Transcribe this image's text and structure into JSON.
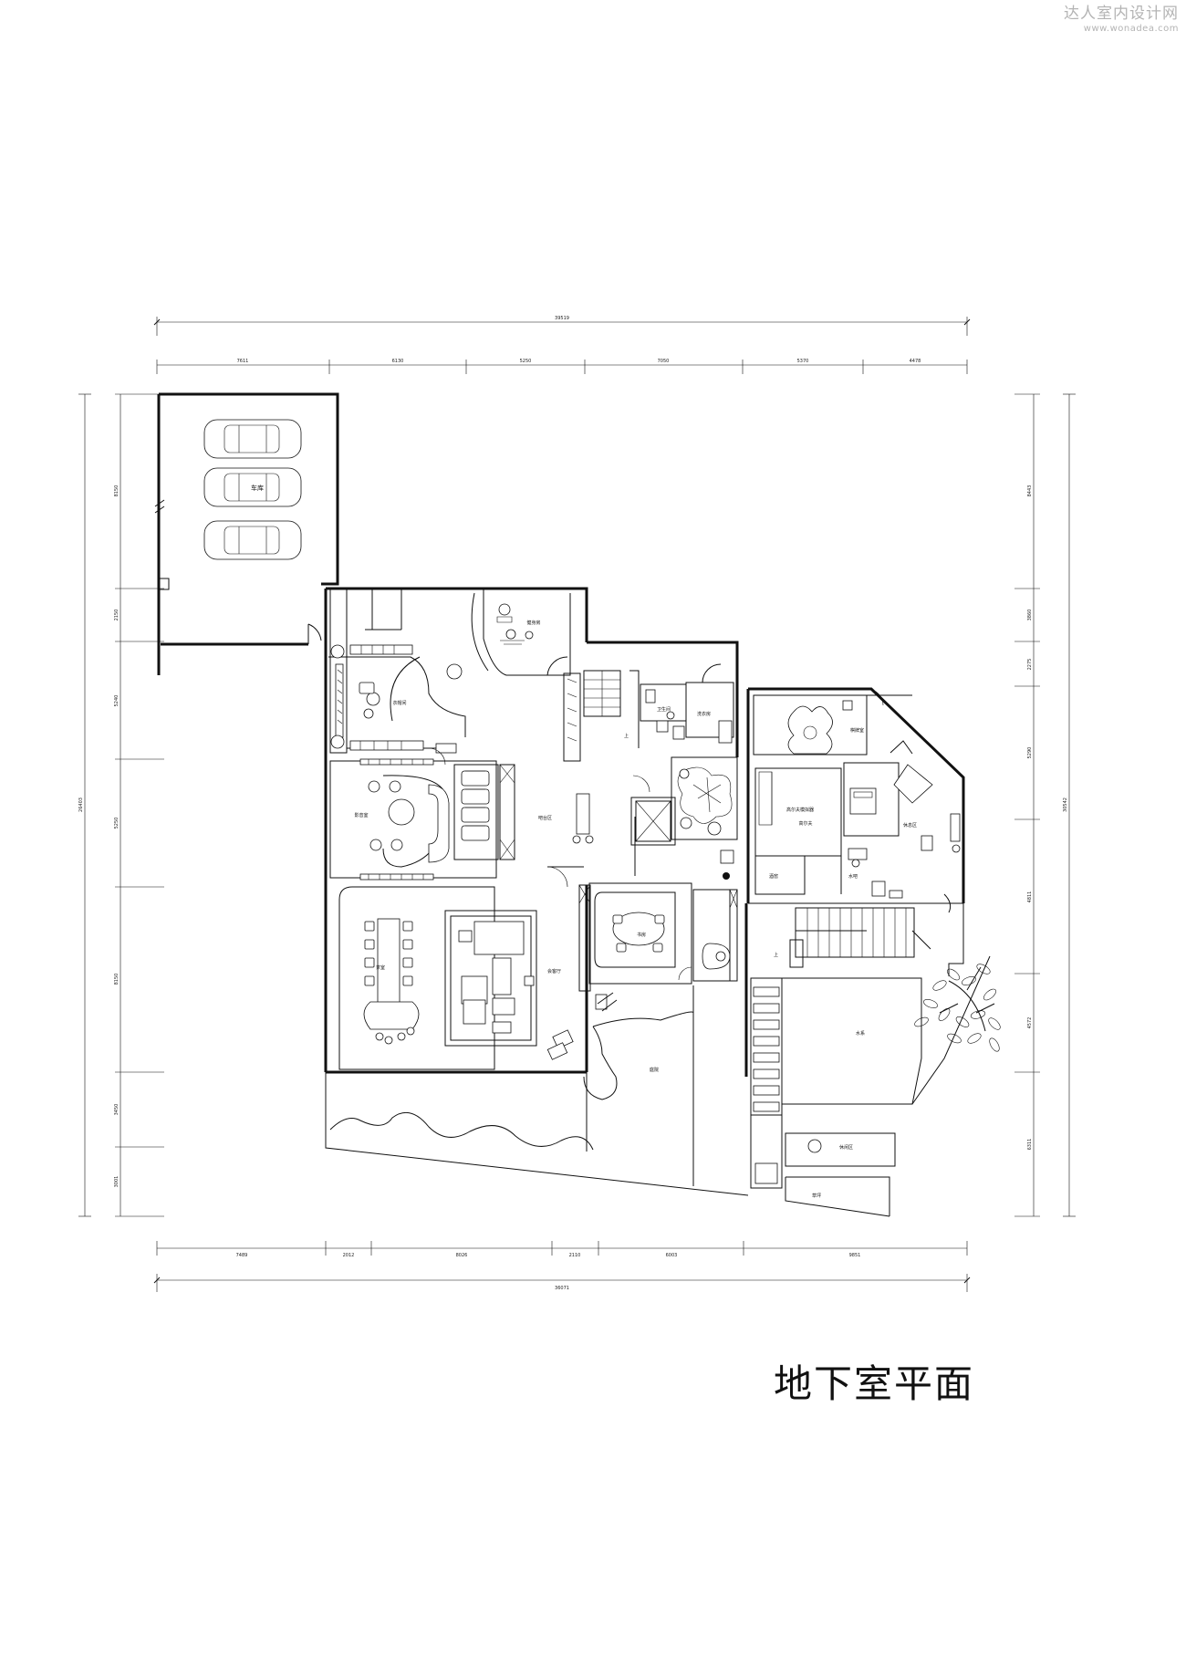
{
  "watermark": {
    "name": "达人室内设计网",
    "url": "www.wonadea.com"
  },
  "title": "地下室平面",
  "rooms": {
    "garage": "车库",
    "gym": "健身房",
    "cloakroom": "衣帽间",
    "bathroom": "卫生间",
    "laundry": "洗衣房",
    "up_label": "上",
    "chess_room": "棋牌室",
    "theater": "影音室",
    "bar": "吧台区",
    "golf": "高尔夫",
    "lounge": "休息区",
    "golf_machine": "高尔夫模拟器",
    "wine_cellar": "酒窖",
    "water_bar": "水吧",
    "tea_room": "茶室",
    "living": "会客厅",
    "study": "书房",
    "water_feature": "水系",
    "courtyard": "庭院",
    "leisure": "休闲区",
    "lawn": "草坪"
  },
  "dimensions": {
    "top_total": "39519",
    "top_segments": [
      "7611",
      "6130",
      "5250",
      "7050",
      "5370",
      "4478"
    ],
    "bottom_segments": [
      "7489",
      "2012",
      "8026",
      "2110",
      "6003",
      "9851"
    ],
    "bottom_total": "36071",
    "left_total": "26403",
    "left_segments": [
      "8150",
      "2150",
      "5240",
      "5250",
      "8150",
      "3450",
      "3001"
    ],
    "right_total": "30542",
    "right_segments": [
      "8443",
      "3860",
      "2275",
      "5290",
      "4811",
      "4572",
      "6311"
    ]
  }
}
